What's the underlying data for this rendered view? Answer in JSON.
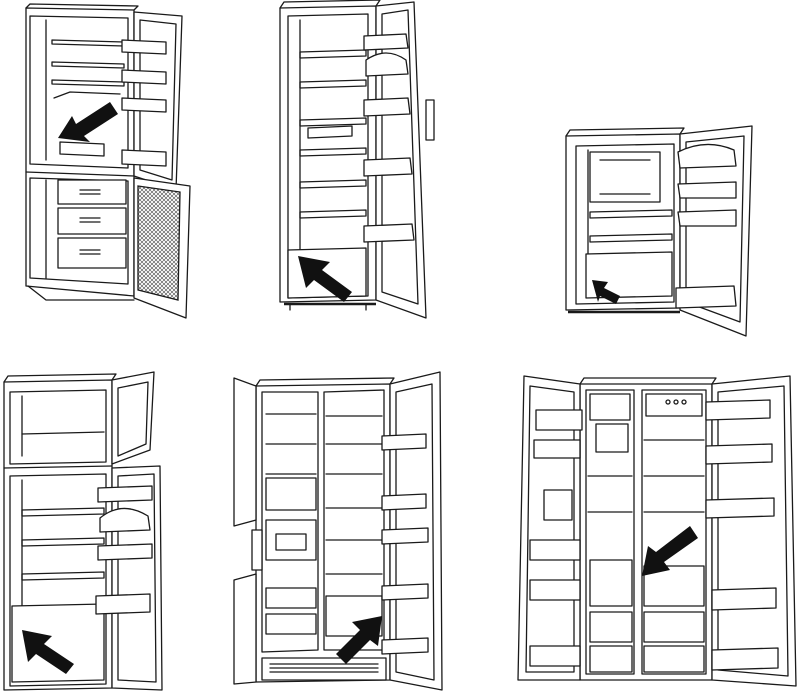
{
  "figure": {
    "panels": [
      {
        "id": "fridge-freezer-bottom-drawers",
        "arrow_target": "vegetable-crisper"
      },
      {
        "id": "tall-larder-fridge",
        "arrow_target": "vegetable-crisper"
      },
      {
        "id": "undercounter-fridge-with-icebox",
        "arrow_target": "vegetable-crisper"
      },
      {
        "id": "top-freezer-fridge",
        "arrow_target": "vegetable-crisper"
      },
      {
        "id": "side-by-side-fridge",
        "arrow_target": "vegetable-crisper"
      },
      {
        "id": "american-side-by-side-fridge",
        "arrow_target": "vegetable-crisper"
      }
    ],
    "colors": {
      "line": "#1a1a1a",
      "arrow": "#111111",
      "background": "#ffffff"
    },
    "icon_names": [
      "arrow-icon"
    ]
  }
}
